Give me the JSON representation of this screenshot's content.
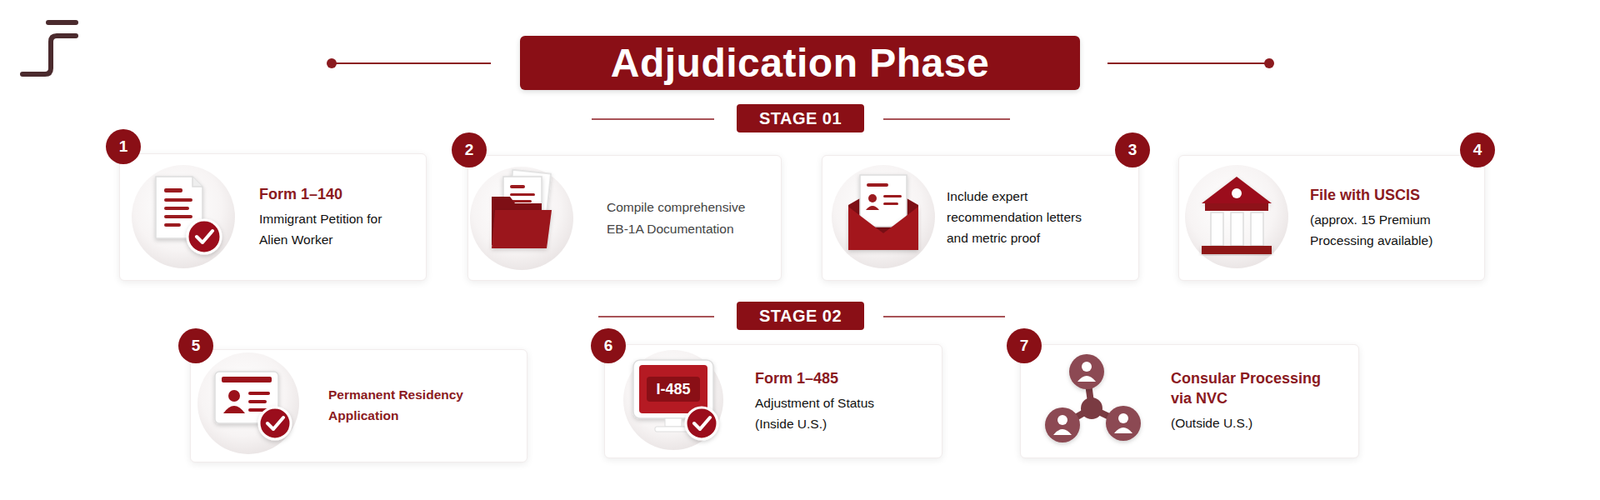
{
  "diagram": {
    "title": "Adjudication Phase",
    "nodes": [
      {
        "text": [
          "STAGE 01"
        ]
      },
      {
        "text": [
          "Form 1–140",
          "Immigrant Petition for Alien Worker"
        ]
      },
      {
        "text": [
          "1"
        ],
        "in": 1
      },
      {
        "text": [
          "Compile comprehensive EB-1A Documentation"
        ]
      },
      {
        "text": [
          "2"
        ],
        "in": 3
      },
      {
        "text": [
          "Include expert recommendation letters and metric proof"
        ]
      },
      {
        "text": [
          "3"
        ],
        "in": 5
      },
      {
        "text": [
          "File with USCIS",
          "(approx. 15 Premium Processing available)"
        ]
      },
      {
        "text": [
          "4"
        ],
        "in": 7
      },
      {
        "text": [
          "STAGE 02"
        ]
      },
      {
        "text": [
          "Permanent Residency Application"
        ]
      },
      {
        "text": [
          "5"
        ],
        "in": 10
      },
      {
        "text": [
          "Form 1–485",
          "Adjustment of Status (Inside U.S.)"
        ]
      },
      {
        "text": [
          "6"
        ],
        "in": 12
      },
      {
        "text": [
          "Consular Processing via NVC",
          "(Outside U.S.)"
        ]
      },
      {
        "text": [
          "7"
        ],
        "in": 14
      }
    ],
    "labels": [
      "I-485"
    ]
  }
}
